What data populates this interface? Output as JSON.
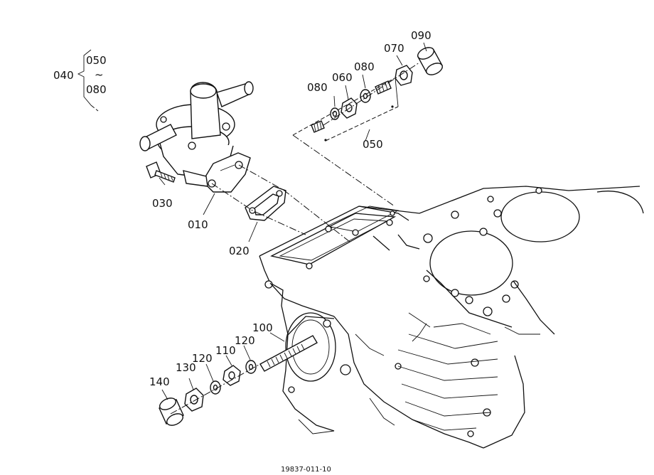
{
  "callouts": {
    "p040": "040",
    "p050_top": "050",
    "range_sep": "~",
    "p080_top": "080",
    "p090": "090",
    "p070": "070",
    "p080_a": "080",
    "p060": "060",
    "p080_b": "080",
    "p050": "050",
    "p030": "030",
    "p010": "010",
    "p020": "020",
    "p100": "100",
    "p120_a": "120",
    "p110": "110",
    "p120_b": "120",
    "p130": "130",
    "p140": "140"
  },
  "figure_ref": "19837-011-10"
}
